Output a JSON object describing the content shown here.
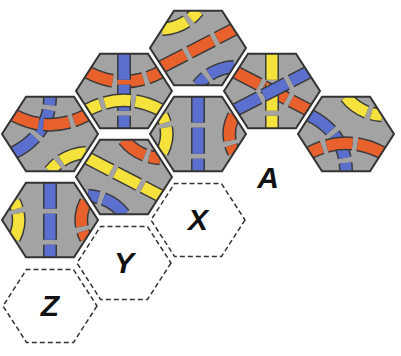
{
  "diagram": {
    "nodes": [
      {
        "text": [
          "X"
        ]
      },
      {
        "text": [
          "Y"
        ]
      },
      {
        "text": [
          "Z"
        ]
      }
    ],
    "labels": [
      "A"
    ]
  }
}
